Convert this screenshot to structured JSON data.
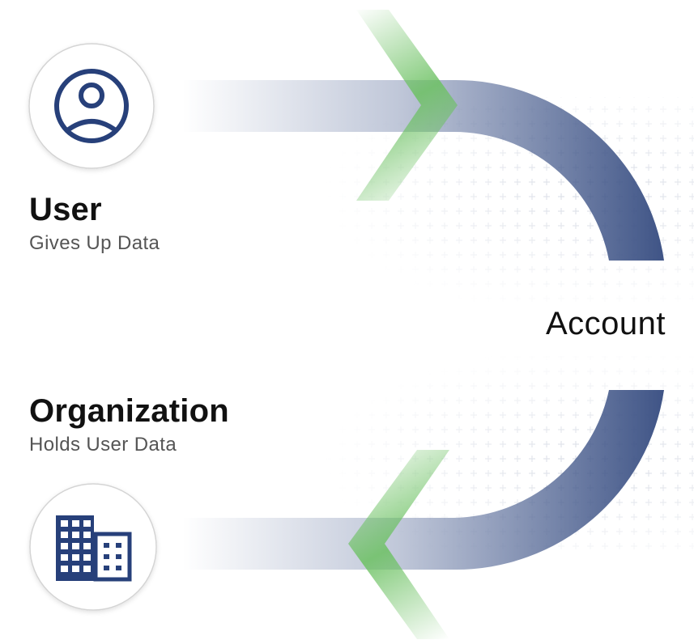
{
  "diagram": {
    "user": {
      "title": "User",
      "subtitle": "Gives Up Data",
      "icon": "user-circle-icon"
    },
    "organization": {
      "title": "Organization",
      "subtitle": "Holds User Data",
      "icon": "building-icon"
    },
    "center": {
      "label": "Account"
    },
    "colors": {
      "flow": "#3f5486",
      "arrow": "#6cc162",
      "icon": "#27407a",
      "text": "#111111",
      "subtext": "#555555"
    }
  }
}
